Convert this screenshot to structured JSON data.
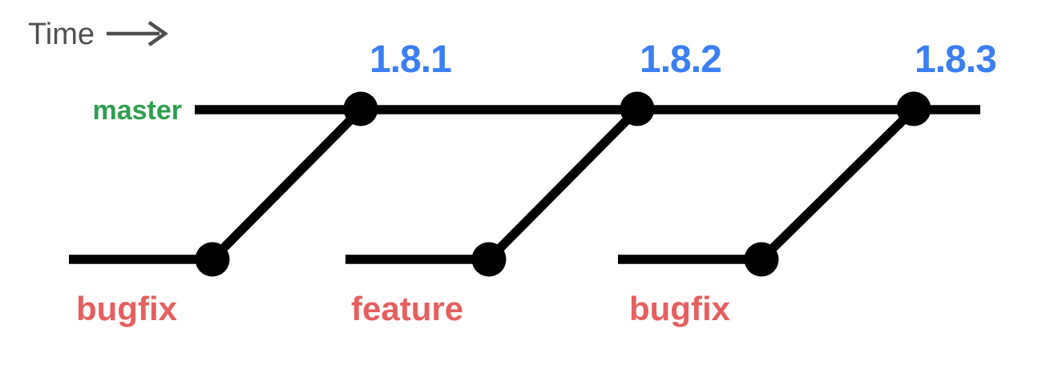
{
  "time_axis": {
    "label": "Time"
  },
  "master_branch": {
    "label": "master"
  },
  "release_tags": [
    {
      "label": "1.8.1"
    },
    {
      "label": "1.8.2"
    },
    {
      "label": "1.8.3"
    }
  ],
  "topic_branches": [
    {
      "label": "bugfix"
    },
    {
      "label": "feature"
    },
    {
      "label": "bugfix"
    }
  ],
  "merges": [
    {
      "from": "bugfix",
      "into": "master",
      "at_tag": "1.8.1"
    },
    {
      "from": "feature",
      "into": "master",
      "at_tag": "1.8.2"
    },
    {
      "from": "bugfix",
      "into": "master",
      "at_tag": "1.8.3"
    }
  ],
  "colors": {
    "line_black": "#000000",
    "master_green": "#2e9e4f",
    "tag_blue": "#3b7ef5",
    "topic_red": "#e55f5f",
    "time_gray": "#4f4f4f"
  }
}
